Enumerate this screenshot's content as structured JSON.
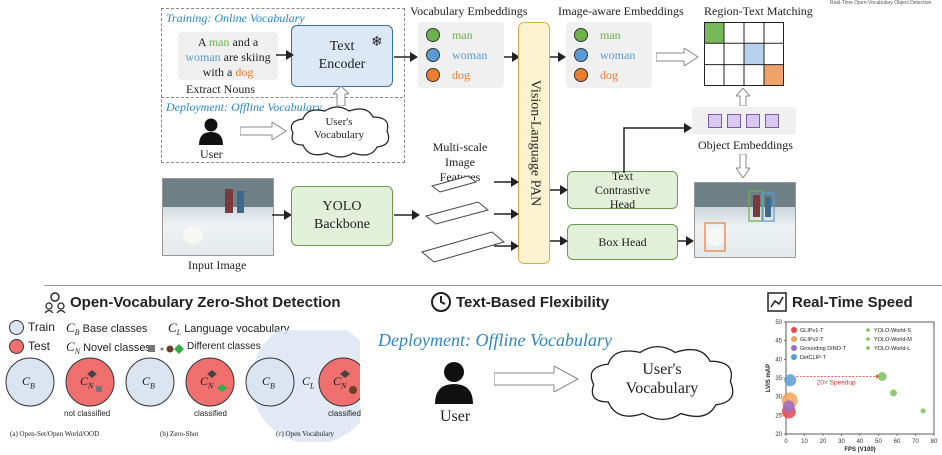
{
  "header_tiny": "Real-Time Open-Vocabulary Object Detection",
  "training_label": "Training: Online Vocabulary",
  "deployment_label": "Deployment: Offline Vocabulary",
  "caption": {
    "a": "A ",
    "man": "man",
    "b": " and a",
    "woman": "woman",
    "c": " are skiing",
    "d": "with a ",
    "dog": "dog"
  },
  "extract_nouns": "Extract Nouns",
  "text_encoder": "Text Encoder",
  "user_vocab": "User's Vocabulary",
  "user": "User",
  "vocab_emb_title": "Vocabulary Embeddings",
  "image_emb_title": "Image-aware Embeddings",
  "region_text_title": "Region-Text Matching",
  "nouns": [
    "man",
    "woman",
    "dog"
  ],
  "noun_colors": [
    "#6bb34a",
    "#5a9bd5",
    "#ed7d31"
  ],
  "pan_label": "Vision-Language PAN",
  "multiscale": "Multi-scale Image Features",
  "text_head": "Text Contrastive Head",
  "box_head": "Box Head",
  "object_emb": "Object Embeddings",
  "input_image": "Input Image",
  "yolo_backbone": "YOLO Backbone",
  "sec1_title": "Open-Vocabulary Zero-Shot Detection",
  "sec2_title": "Text-Based Flexibility",
  "sec3_title": "Real-Time Speed",
  "legend": {
    "train": "Train",
    "test": "Test",
    "cb": "C",
    "cb_sub": "B",
    "cb_text": "Base classes",
    "cl": "C",
    "cl_sub": "L",
    "cl_text": "Language vocabulary",
    "cn": "C",
    "cn_sub": "N",
    "cn_text": "Novel classes",
    "diff": "Different classes"
  },
  "venn": {
    "not_classified": "not classified",
    "classified": "classified",
    "cap_a": "(a) Open-Set/Open World/OOD",
    "cap_b": "(b) Zero-Shot",
    "cap_c": "(c) Open Vocabulary"
  },
  "speed_label": "20× Speedup",
  "chart_data": {
    "type": "scatter",
    "xlabel": "FPS (V100)",
    "ylabel": "LVIS mAP",
    "xlim": [
      0,
      80
    ],
    "ylim": [
      20,
      50
    ],
    "xticks": [
      0,
      10,
      20,
      30,
      40,
      50,
      60,
      70,
      80
    ],
    "yticks": [
      20,
      25,
      30,
      35,
      40,
      45,
      50
    ],
    "series": [
      {
        "name": "GLIPv1-T",
        "color": "#e8474b",
        "points": [
          [
            1.5,
            26.0
          ]
        ]
      },
      {
        "name": "GLIPv2-T",
        "color": "#f4a25b",
        "points": [
          [
            2.0,
            29.0
          ]
        ]
      },
      {
        "name": "Grounding DINO-T",
        "color": "#9b6fc4",
        "points": [
          [
            1.5,
            27.4
          ]
        ]
      },
      {
        "name": "DetCLIP-T",
        "color": "#5a9bd5",
        "points": [
          [
            2.3,
            34.4
          ]
        ]
      },
      {
        "name": "YOLO-World-S",
        "color": "#7cbf5b",
        "points": [
          [
            74.1,
            26.2
          ]
        ]
      },
      {
        "name": "YOLO-World-M",
        "color": "#7cbf5b",
        "points": [
          [
            58.1,
            31.0
          ]
        ]
      },
      {
        "name": "YOLO-World-L",
        "color": "#7cbf5b",
        "points": [
          [
            52.0,
            35.4
          ]
        ]
      }
    ]
  }
}
